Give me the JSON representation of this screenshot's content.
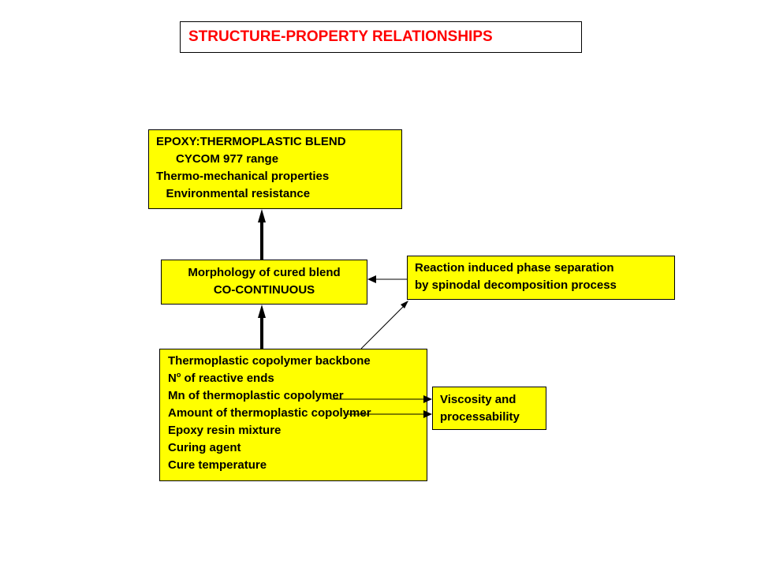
{
  "title": "STRUCTURE-PROPERTY RELATIONSHIPS",
  "colors": {
    "box_fill": "#ffff00",
    "title_text": "#ff0000",
    "border": "#000000"
  },
  "boxes": {
    "epoxy": {
      "lines": [
        "EPOXY:THERMOPLASTIC BLEND",
        "      CYCOM 977 range",
        "Thermo-mechanical properties",
        "   Environmental resistance"
      ]
    },
    "morphology": {
      "lines": [
        "Morphology of cured blend",
        "CO-CONTINUOUS"
      ]
    },
    "reaction": {
      "lines": [
        "Reaction induced phase separation",
        "by spinodal decomposition process"
      ]
    },
    "thermoplastic": {
      "line0": "Thermoplastic copolymer backbone",
      "line1_prefix": "N",
      "line1_sup": "o",
      "line1_suffix": " of reactive ends",
      "rest": [
        "Mn of thermoplastic copolymer",
        "Amount of thermoplastic copolymer",
        "Epoxy resin mixture",
        "Curing agent",
        "Cure temperature"
      ]
    },
    "viscosity": {
      "lines": [
        "Viscosity and",
        "processability"
      ]
    }
  }
}
